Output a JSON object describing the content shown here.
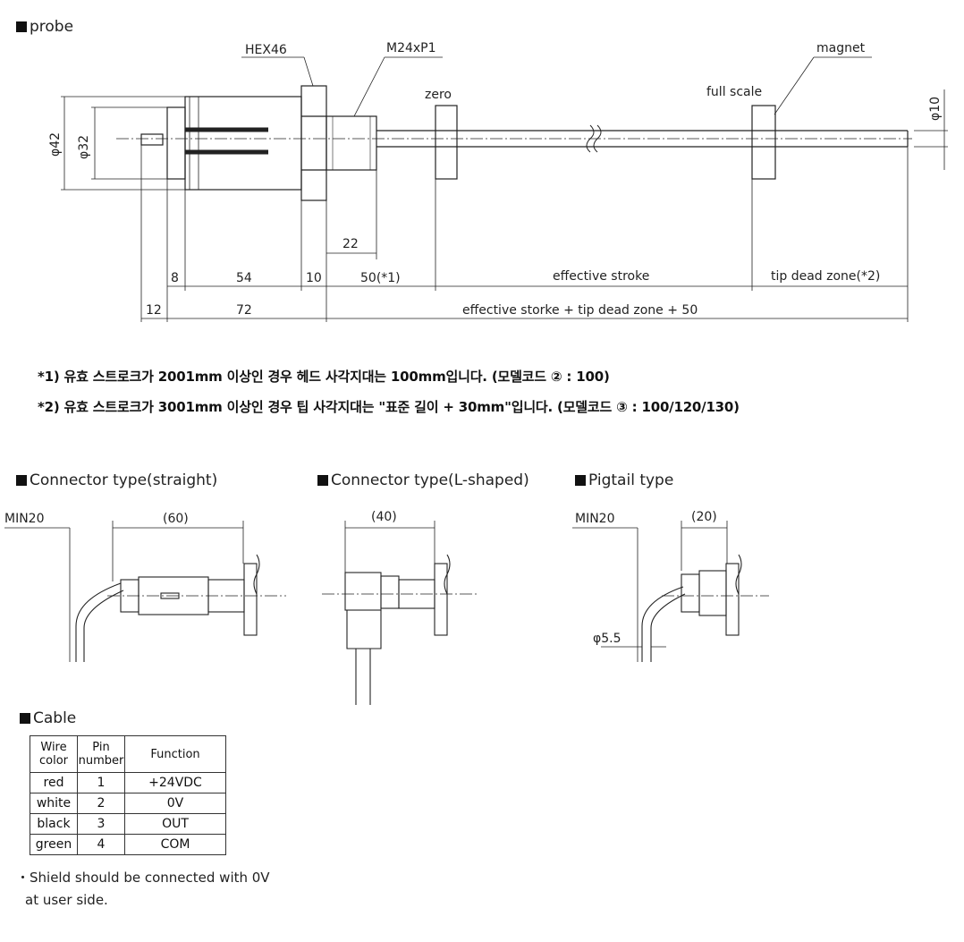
{
  "sections": {
    "probe": "probe",
    "connector_straight": "Connector type(straight)",
    "connector_l": "Connector type(L-shaped)",
    "pigtail": "Pigtail type",
    "cable": "Cable"
  },
  "probe_labels": {
    "hex": "HEX46",
    "thread": "M24xP1",
    "zero": "zero",
    "full_scale": "full scale",
    "magnet": "magnet",
    "phi42": "φ42",
    "phi32": "φ32",
    "phi10": "φ10",
    "d22": "22",
    "d8": "8",
    "d54": "54",
    "d10": "10",
    "d50": "50(*1)",
    "effective_stroke": "effective stroke",
    "tip_dead_zone": "tip dead zone(*2)",
    "d12": "12",
    "d72": "72",
    "total": "effective storke + tip dead zone + 50"
  },
  "notes": [
    "*1) 유효 스트로크가 2001mm 이상인 경우 헤드 사각지대는 100mm입니다. (모델코드 ② : 100)",
    "*2) 유효 스트로크가 3001mm 이상인 경우 팁 사각지대는 \"표준 길이 + 30mm\"입니다. (모델코드 ③ : 100/120/130)"
  ],
  "connector_straight": {
    "min": "MIN20",
    "len": "(60)"
  },
  "connector_l": {
    "len": "(40)"
  },
  "pigtail": {
    "min": "MIN20",
    "len": "(20)",
    "dia": "φ5.5"
  },
  "cable_table": {
    "headers": [
      "Wire color",
      "Pin number",
      "Function"
    ],
    "header_lines": [
      [
        "Wire",
        "color"
      ],
      [
        "Pin",
        "number"
      ],
      [
        "Function"
      ]
    ],
    "rows": [
      [
        "red",
        "1",
        "+24VDC"
      ],
      [
        "white",
        "2",
        "0V"
      ],
      [
        "black",
        "3",
        "OUT"
      ],
      [
        "green",
        "4",
        "COM"
      ]
    ]
  },
  "shield_note": [
    "・Shield should be connected with 0V",
    "at user side."
  ]
}
